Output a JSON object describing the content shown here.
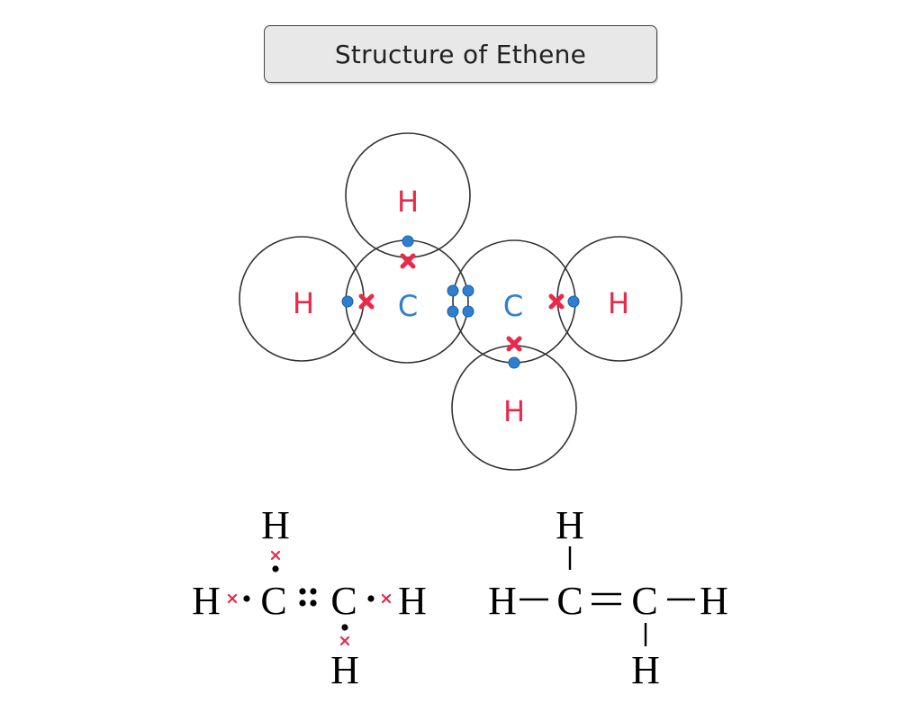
{
  "title": "Structure of Ethene",
  "colors": {
    "hydrogen": "#e8294a",
    "carbon": "#2f7fd1",
    "electron_dot": "#2f7fd1",
    "electron_cross": "#e8294a",
    "shell_stroke": "#333333"
  },
  "orbital_diagram": {
    "atoms": [
      {
        "label": "H",
        "element": "hydrogen"
      },
      {
        "label": "H",
        "element": "hydrogen"
      },
      {
        "label": "C",
        "element": "carbon"
      },
      {
        "label": "C",
        "element": "carbon"
      },
      {
        "label": "H",
        "element": "hydrogen"
      },
      {
        "label": "H",
        "element": "hydrogen"
      }
    ]
  },
  "lewis_structure": {
    "h_top": "H",
    "c_left": "C",
    "c_right": "C",
    "h_left": "H",
    "h_right": "H",
    "h_bottom": "H"
  },
  "structural_formula": {
    "h_top": "H",
    "h_left": "H",
    "c_left": "C",
    "c_right": "C",
    "h_right": "H",
    "h_bottom": "H"
  }
}
